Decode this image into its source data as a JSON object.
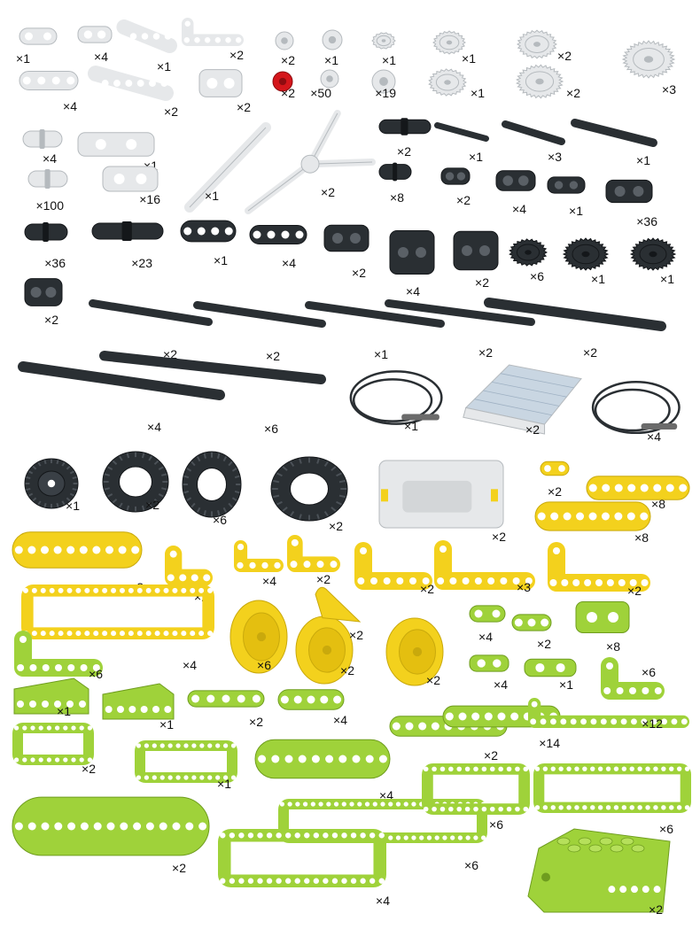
{
  "colors": {
    "white_part": "#e6e8ea",
    "white_part_edge": "#b5babe",
    "dark_part": "#2a2f33",
    "dark_part_edge": "#14171a",
    "red_part": "#d4161b",
    "yellow_part": "#f3d11d",
    "yellow_part_edge": "#c9a90c",
    "green_part": "#9fd23a",
    "green_part_edge": "#6f9d1f",
    "hole": "#ffffff",
    "solar_panel": "#c9d6e2",
    "label": "#111111"
  },
  "parts": [
    {
      "kind": "beam",
      "color": "white",
      "count": "×1"
    },
    {
      "kind": "connector",
      "color": "white",
      "count": "×4"
    },
    {
      "kind": "beam",
      "color": "white",
      "count": "×1"
    },
    {
      "kind": "angle-beam",
      "color": "white",
      "count": "×2"
    },
    {
      "kind": "beam",
      "color": "white",
      "count": "×4"
    },
    {
      "kind": "beam",
      "color": "white",
      "count": "×2"
    },
    {
      "kind": "connector",
      "color": "white",
      "count": "×2"
    },
    {
      "kind": "bush",
      "color": "white",
      "count": "×2"
    },
    {
      "kind": "bush",
      "color": "red",
      "count": "×2"
    },
    {
      "kind": "bush",
      "color": "white",
      "count": "×1"
    },
    {
      "kind": "bush",
      "color": "white",
      "count": "×50"
    },
    {
      "kind": "gear",
      "color": "white",
      "count": "×1"
    },
    {
      "kind": "bush",
      "color": "white",
      "count": "×19"
    },
    {
      "kind": "gear",
      "color": "white",
      "count": "×1"
    },
    {
      "kind": "gear",
      "color": "white",
      "count": "×1"
    },
    {
      "kind": "gear",
      "color": "white",
      "count": "×2"
    },
    {
      "kind": "gear",
      "color": "white",
      "count": "×2"
    },
    {
      "kind": "gear",
      "color": "white",
      "count": "×3"
    },
    {
      "kind": "pin",
      "color": "white",
      "count": "×4"
    },
    {
      "kind": "connector",
      "color": "white",
      "count": "×1"
    },
    {
      "kind": "pin",
      "color": "white",
      "count": "×100"
    },
    {
      "kind": "connector",
      "color": "white",
      "count": "×16"
    },
    {
      "kind": "axle",
      "color": "white",
      "count": "×1"
    },
    {
      "kind": "propeller",
      "color": "white",
      "count": "×2"
    },
    {
      "kind": "pin",
      "color": "dark",
      "count": "×2"
    },
    {
      "kind": "axle",
      "color": "dark",
      "count": "×1"
    },
    {
      "kind": "axle",
      "color": "dark",
      "count": "×3"
    },
    {
      "kind": "axle",
      "color": "dark",
      "count": "×1"
    },
    {
      "kind": "pin",
      "color": "dark",
      "count": "×8"
    },
    {
      "kind": "connector",
      "color": "dark",
      "count": "×2"
    },
    {
      "kind": "connector",
      "color": "dark",
      "count": "×4"
    },
    {
      "kind": "connector",
      "color": "dark",
      "count": "×1"
    },
    {
      "kind": "connector",
      "color": "dark",
      "count": "×36"
    },
    {
      "kind": "pin",
      "color": "dark",
      "count": "×36"
    },
    {
      "kind": "pin",
      "color": "dark",
      "count": "×23"
    },
    {
      "kind": "beam",
      "color": "dark",
      "count": "×1"
    },
    {
      "kind": "beam",
      "color": "dark",
      "count": "×4"
    },
    {
      "kind": "connector",
      "color": "dark",
      "count": "×2"
    },
    {
      "kind": "connector",
      "color": "dark",
      "count": "×4"
    },
    {
      "kind": "connector",
      "color": "dark",
      "count": "×2"
    },
    {
      "kind": "gear",
      "color": "dark",
      "count": "×6"
    },
    {
      "kind": "gear",
      "color": "dark",
      "count": "×1"
    },
    {
      "kind": "gear",
      "color": "dark",
      "count": "×1"
    },
    {
      "kind": "connector",
      "color": "dark",
      "count": "×2"
    },
    {
      "kind": "axle",
      "color": "dark",
      "count": "×2"
    },
    {
      "kind": "axle",
      "color": "dark",
      "count": "×2"
    },
    {
      "kind": "axle",
      "color": "dark",
      "count": "×1"
    },
    {
      "kind": "axle",
      "color": "dark",
      "count": "×2"
    },
    {
      "kind": "axle",
      "color": "dark",
      "count": "×2"
    },
    {
      "kind": "axle",
      "color": "dark",
      "count": "×4"
    },
    {
      "kind": "axle",
      "color": "dark",
      "count": "×6"
    },
    {
      "kind": "cable",
      "color": "dark",
      "count": "×1"
    },
    {
      "kind": "solar-panel",
      "color": "white",
      "count": "×2"
    },
    {
      "kind": "cable",
      "color": "dark",
      "count": "×4"
    },
    {
      "kind": "wheel",
      "color": "dark",
      "count": "×1"
    },
    {
      "kind": "tire",
      "color": "dark",
      "count": "×2"
    },
    {
      "kind": "tire",
      "color": "dark",
      "count": "×6"
    },
    {
      "kind": "tire",
      "color": "dark",
      "count": "×2"
    },
    {
      "kind": "battery-box",
      "color": "white",
      "count": "×2"
    },
    {
      "kind": "beam",
      "color": "yellow",
      "count": "×2"
    },
    {
      "kind": "beam",
      "color": "yellow",
      "count": "×8"
    },
    {
      "kind": "beam",
      "color": "yellow",
      "count": "×8"
    },
    {
      "kind": "beam",
      "color": "yellow",
      "count": "×2"
    },
    {
      "kind": "angle-beam",
      "color": "yellow",
      "count": "×2"
    },
    {
      "kind": "angle-beam",
      "color": "yellow",
      "count": "×4"
    },
    {
      "kind": "angle-beam",
      "color": "yellow",
      "count": "×2"
    },
    {
      "kind": "angle-beam",
      "color": "yellow",
      "count": "×2"
    },
    {
      "kind": "angle-beam",
      "color": "yellow",
      "count": "×3"
    },
    {
      "kind": "angle-beam",
      "color": "yellow",
      "count": "×2"
    },
    {
      "kind": "frame",
      "color": "yellow",
      "count": "×4"
    },
    {
      "kind": "hub",
      "color": "yellow",
      "count": "×6"
    },
    {
      "kind": "hub",
      "color": "yellow",
      "count": "×2"
    },
    {
      "kind": "decor",
      "color": "yellow",
      "count": "×2"
    },
    {
      "kind": "hub",
      "color": "yellow",
      "count": "×2"
    },
    {
      "kind": "beam",
      "color": "green",
      "count": "×4"
    },
    {
      "kind": "beam",
      "color": "green",
      "count": "×2"
    },
    {
      "kind": "connector",
      "color": "green",
      "count": "×8"
    },
    {
      "kind": "angle-beam",
      "color": "green",
      "count": "×6"
    },
    {
      "kind": "connector",
      "color": "green",
      "count": "×4"
    },
    {
      "kind": "connector",
      "color": "green",
      "count": "×1"
    },
    {
      "kind": "angle-beam",
      "color": "green",
      "count": "×6"
    },
    {
      "kind": "panel",
      "color": "green",
      "count": "×1"
    },
    {
      "kind": "panel",
      "color": "green",
      "count": "×1"
    },
    {
      "kind": "beam",
      "color": "green",
      "count": "×2"
    },
    {
      "kind": "beam",
      "color": "green",
      "count": "×4"
    },
    {
      "kind": "beam",
      "color": "green",
      "count": "×2"
    },
    {
      "kind": "beam",
      "color": "green",
      "count": "×14"
    },
    {
      "kind": "angle-beam",
      "color": "green",
      "count": "×12"
    },
    {
      "kind": "frame",
      "color": "green",
      "count": "×2"
    },
    {
      "kind": "frame",
      "color": "green",
      "count": "×1"
    },
    {
      "kind": "beam",
      "color": "green",
      "count": "×4"
    },
    {
      "kind": "frame",
      "color": "green",
      "count": "×6"
    },
    {
      "kind": "frame",
      "color": "green",
      "count": "×6"
    },
    {
      "kind": "frame",
      "color": "green",
      "count": "×6"
    },
    {
      "kind": "beam",
      "color": "green",
      "count": "×2"
    },
    {
      "kind": "frame",
      "color": "green",
      "count": "×4"
    },
    {
      "kind": "motor",
      "color": "green",
      "count": "×2"
    }
  ]
}
